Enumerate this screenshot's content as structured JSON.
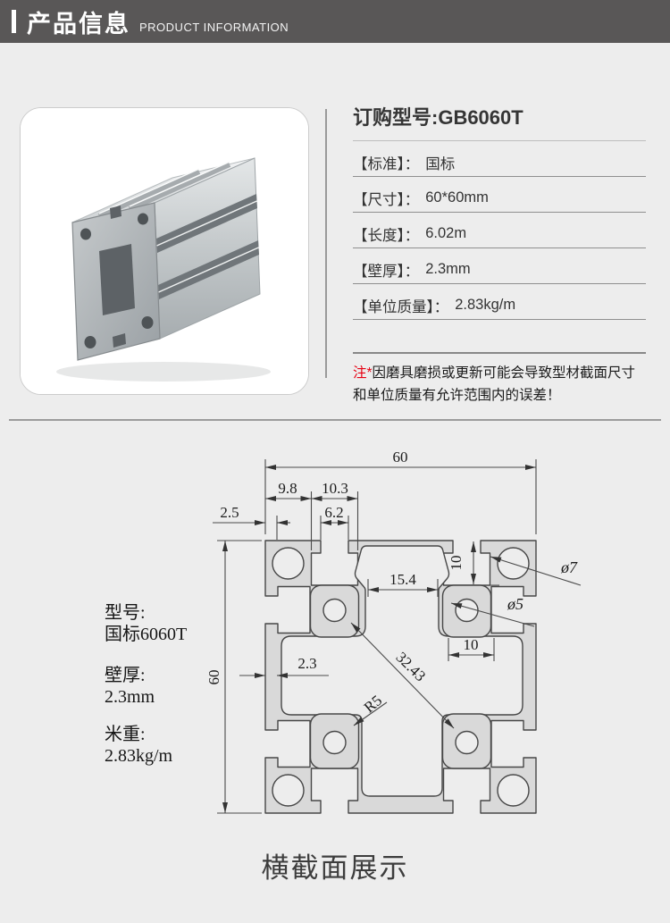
{
  "colors": {
    "header_bg": "#595757",
    "page_bg": "#ededed",
    "note_red": "#e60012",
    "profile_fill": "#d9d9d9",
    "drawing_line": "#474747"
  },
  "header": {
    "title": "产品信息",
    "subtitle": "PRODUCT INFORMATION"
  },
  "product": {
    "order_model": "订购型号:GB6060T",
    "specs": [
      {
        "label": "【标准】：",
        "value": "国标"
      },
      {
        "label": "【尺寸】：",
        "value": "60*60mm"
      },
      {
        "label": "【长度】：",
        "value": "6.02m"
      },
      {
        "label": "【壁厚】：",
        "value": "2.3mm"
      },
      {
        "label": "【单位质量】：",
        "value": "2.83kg/m"
      }
    ],
    "note_prefix": "注*",
    "note_text": "因磨具磨损或更新可能会导致型材截面尺寸和单位质量有允许范围内的误差！"
  },
  "drawing": {
    "info": {
      "model_label": "型号:",
      "model_value": "国标6060T",
      "wall_label": "壁厚:",
      "wall_value": "2.3mm",
      "weight_label": "米重:",
      "weight_value": "2.83kg/m"
    },
    "dims": {
      "overall_width": "60",
      "overall_height": "60",
      "d_9_8": "9.8",
      "d_10_3": "10.3",
      "d_6_2": "6.2",
      "d_2_5": "2.5",
      "d_15_4": "15.4",
      "slot_depth_10": "10",
      "hole_spacing_10": "10",
      "dia_7": "ø7",
      "dia_5": "ø5",
      "wall_2_3": "2.3",
      "diag_32_43": "32.43",
      "radius_r5": "R5"
    },
    "caption": "横截面展示"
  }
}
